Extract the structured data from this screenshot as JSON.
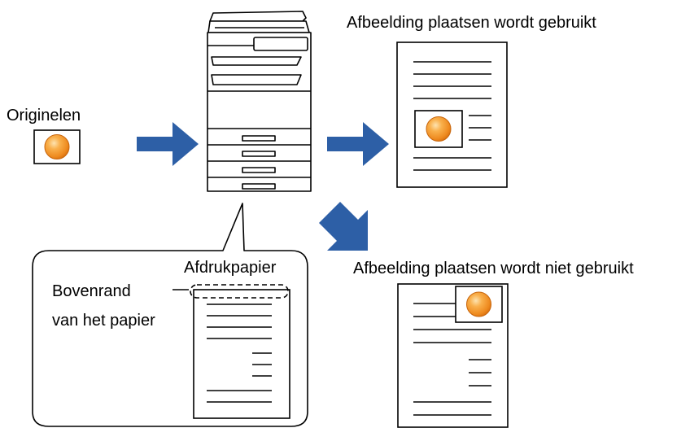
{
  "labels": {
    "originals": "Originelen",
    "with_image_placement": "Afbeelding plaatsen wordt gebruikt",
    "without_image_placement": "Afbeelding plaatsen wordt niet gebruikt",
    "print_paper": "Afdrukpapier",
    "top_edge_line1": "Bovenrand",
    "top_edge_line2": "van het papier"
  },
  "colors": {
    "arrow": "#2d5fa6",
    "circle_light": "#fbd38a",
    "circle_mid": "#f59a2e",
    "circle_dark": "#e07410",
    "stroke": "#000000",
    "paper": "#ffffff"
  },
  "icons": [
    "printer-icon",
    "image-circle-icon",
    "arrow-right-icon",
    "arrow-down-right-icon"
  ]
}
